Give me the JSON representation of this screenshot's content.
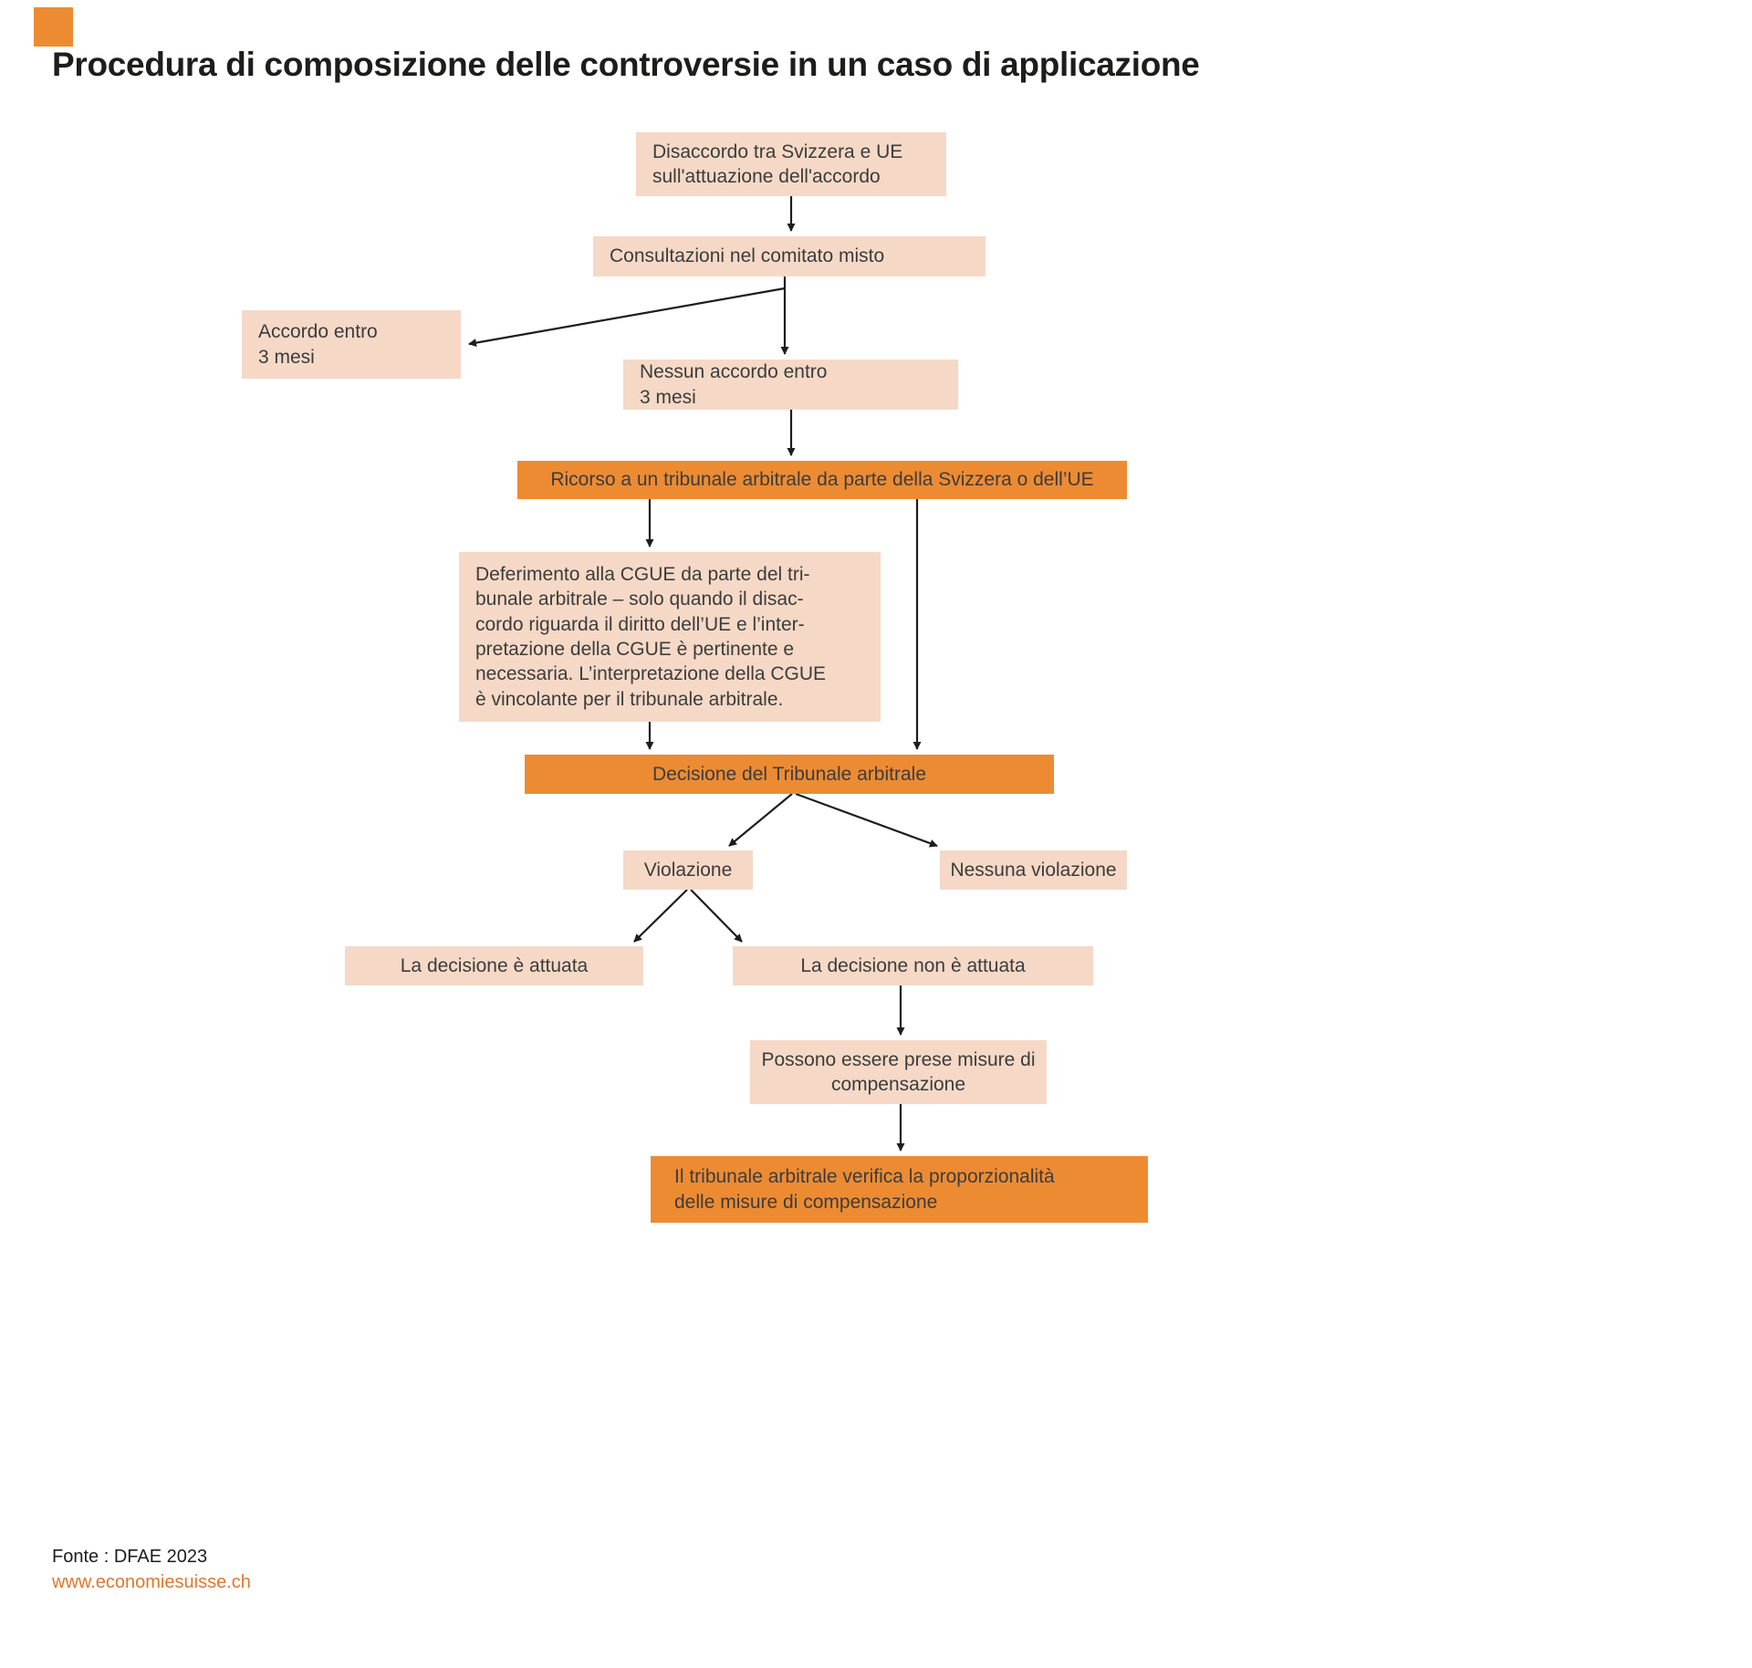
{
  "title": "Procedura di composizione delle controversie in un caso di applicazione",
  "colors": {
    "orange": "#ED8B33",
    "peach": "#F5D9C6",
    "text": "#3C3C3C",
    "link": "#E2762B"
  },
  "nodes": {
    "disaccordo": {
      "text": "Disaccordo tra Svizzera e UE\nsull'attuazione dell'accordo",
      "style": "peach"
    },
    "consultazioni": {
      "text": "Consultazioni nel comitato misto",
      "style": "peach"
    },
    "accordo": {
      "text": "Accordo entro\n3 mesi",
      "style": "peach"
    },
    "nessun_accordo": {
      "text": "Nessun accordo entro\n3 mesi",
      "style": "peach"
    },
    "ricorso": {
      "text": "Ricorso a un tribunale arbitrale da parte della Svizzera o dell’UE",
      "style": "orange"
    },
    "deferimento": {
      "text": "Deferimento alla CGUE da parte del tri-\nbunale arbitrale – solo quando il disac-\ncordo riguarda il diritto dell’UE e l’inter-\npretazione della CGUE è pertinente e\nnecessaria. L’interpretazione della CGUE\nè vincolante per il tribunale arbitrale.",
      "style": "peach"
    },
    "decisione": {
      "text": "Decisione del Tribunale arbitrale",
      "style": "orange"
    },
    "violazione": {
      "text": "Violazione",
      "style": "peach"
    },
    "nessuna_violazione": {
      "text": "Nessuna violazione",
      "style": "peach"
    },
    "attuata": {
      "text": "La decisione è attuata",
      "style": "peach"
    },
    "non_attuata": {
      "text": "La decisione non è attuata",
      "style": "peach"
    },
    "misure": {
      "text": "Possono essere prese misure di\ncompensazione",
      "style": "peach"
    },
    "proporzionalita": {
      "text": "Il tribunale arbitrale verifica la proporzionalità\ndelle misure di compensazione",
      "style": "orange"
    }
  },
  "edges": [
    {
      "from": "disaccordo",
      "to": "consultazioni"
    },
    {
      "from": "consultazioni",
      "to": "accordo"
    },
    {
      "from": "consultazioni",
      "to": "nessun_accordo"
    },
    {
      "from": "nessun_accordo",
      "to": "ricorso"
    },
    {
      "from": "ricorso",
      "to": "deferimento"
    },
    {
      "from": "ricorso",
      "to": "decisione"
    },
    {
      "from": "deferimento",
      "to": "decisione"
    },
    {
      "from": "decisione",
      "to": "violazione"
    },
    {
      "from": "decisione",
      "to": "nessuna_violazione"
    },
    {
      "from": "violazione",
      "to": "attuata"
    },
    {
      "from": "violazione",
      "to": "non_attuata"
    },
    {
      "from": "non_attuata",
      "to": "misure"
    },
    {
      "from": "misure",
      "to": "proporzionalita"
    }
  ],
  "footer": {
    "source": "Fonte : DFAE 2023",
    "website": "www.economiesuisse.ch"
  }
}
